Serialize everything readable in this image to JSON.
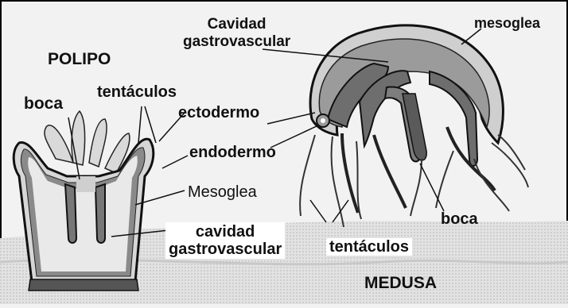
{
  "diagram": {
    "polyp_title": "POLIPO",
    "medusa_title": "MEDUSA",
    "labels": {
      "cavidad_top_1": "Cavidad",
      "cavidad_top_2": "gastrovascular",
      "mesoglea_top": "mesoglea",
      "tentaculos_polyp": "tentáculos",
      "boca_polyp": "boca",
      "ectodermo": "ectodermo",
      "endodermo": "endodermo",
      "mesoglea_polyp": "Mesoglea",
      "cavidad_bottom_1": "cavidad",
      "cavidad_bottom_2": "gastrovascular",
      "tentaculos_medusa": "tentáculos",
      "boca_medusa": "boca"
    }
  },
  "colors": {
    "background": "#f2f2f2",
    "ink": "#111111",
    "mid_gray": "#9a9a9a",
    "light_gray": "#d4d4d4",
    "label_box": "#ffffff"
  }
}
